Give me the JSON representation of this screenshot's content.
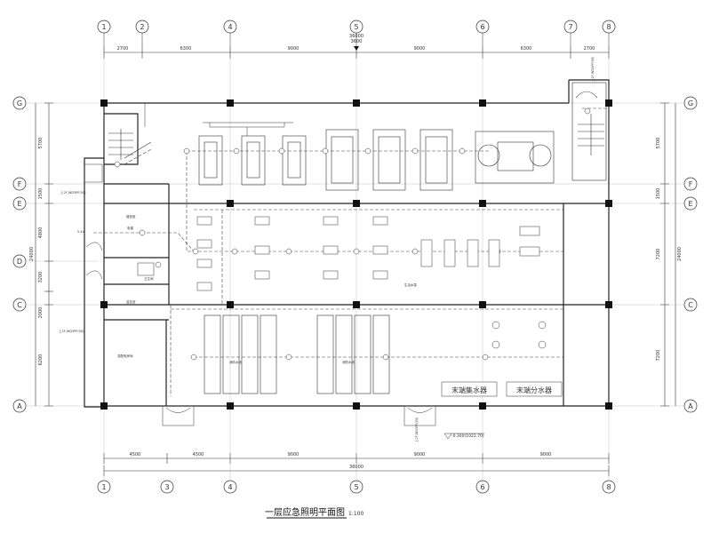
{
  "drawing": {
    "title": "一层应急照明平面图",
    "scale": "1:100",
    "top_total_dim": "36000",
    "top_center_note": "3600",
    "elevation_note": "-0.300(1022.70)",
    "colors": {
      "line": "#333333",
      "column": "#111111",
      "dashed": "#444444"
    }
  },
  "axes": {
    "columns_top": [
      "1",
      "2",
      "4",
      "5",
      "6",
      "7",
      "8"
    ],
    "columns_bottom": [
      "1",
      "3",
      "4",
      "5",
      "6",
      "8"
    ],
    "rows_left": [
      "G",
      "F",
      "E",
      "D",
      "C",
      "A"
    ],
    "rows_right": [
      "G",
      "F",
      "E",
      "C",
      "A"
    ]
  },
  "dimensions": {
    "top": [
      "2700",
      "6300",
      "9000",
      "9000",
      "6300",
      "2700"
    ],
    "bottom": [
      "4500",
      "4500",
      "9000",
      "9000",
      "9000"
    ],
    "bottom_total": "36000",
    "left": [
      "5700",
      "1500",
      "4800",
      "3200",
      "2000",
      "6200"
    ],
    "left_total": "24000",
    "right": [
      "5700",
      "1500",
      "7200",
      "7200"
    ],
    "right_total": "24000"
  },
  "notes": {
    "riser_tl": "上2F,WD3PF(50)",
    "riser_tr": "上2F,WD3PF(50)",
    "riser_ml": "上2F,WD3PF(50)",
    "riser_bot": "上2F,WD3PF(50)",
    "elevator_area": "电梯",
    "room_monitor": "值班室",
    "room_wc": "卫生间",
    "room_duty": "监控室",
    "room_bottom_left": "变配电房间",
    "room_pool_a": "消防水池",
    "room_pool_b": "消防水池",
    "room_center": "生活水泵",
    "box_left": "末端集水器",
    "box_right": "末端分水器",
    "stair_label": "5.4V"
  }
}
